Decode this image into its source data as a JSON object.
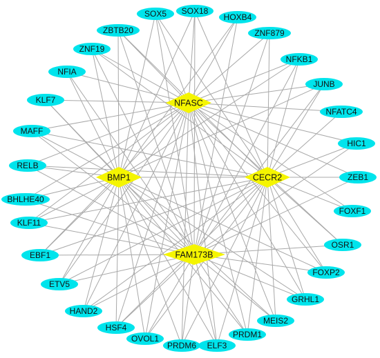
{
  "colors": {
    "tf_node": "#00e4ec",
    "hub_node": "#f5f500",
    "edge": "#a8a8a8"
  },
  "hubs": [
    {
      "id": "NFASC",
      "label": "NFASC"
    },
    {
      "id": "BMP1",
      "label": "BMP1"
    },
    {
      "id": "CECR2",
      "label": "CECR2"
    },
    {
      "id": "FAM173B",
      "label": "FAM173B"
    }
  ],
  "tfs": [
    {
      "id": "SOX5",
      "label": "SOX5",
      "fill": true
    },
    {
      "id": "SOX18",
      "label": "SOX18",
      "fill": true
    },
    {
      "id": "HOXB4",
      "label": "HOXB4",
      "fill": true
    },
    {
      "id": "ZNF879",
      "label": "ZNF879",
      "fill": false
    },
    {
      "id": "NFKB1",
      "label": "NFKB1",
      "fill": true
    },
    {
      "id": "JUNB",
      "label": "JUNB",
      "fill": true
    },
    {
      "id": "NFATC4",
      "label": "NFATC4",
      "fill": false
    },
    {
      "id": "HIC1",
      "label": "HIC1",
      "fill": true
    },
    {
      "id": "ZEB1",
      "label": "ZEB1",
      "fill": true
    },
    {
      "id": "FOXF1",
      "label": "FOXF1",
      "fill": true
    },
    {
      "id": "OSR1",
      "label": "OSR1",
      "fill": true
    },
    {
      "id": "FOXP2",
      "label": "FOXP2",
      "fill": true
    },
    {
      "id": "GRHL1",
      "label": "GRHL1",
      "fill": true
    },
    {
      "id": "MEIS2",
      "label": "MEIS2",
      "fill": true
    },
    {
      "id": "PRDM1",
      "label": "PRDM1",
      "fill": true
    },
    {
      "id": "ELF3",
      "label": "ELF3",
      "fill": true
    },
    {
      "id": "PRDM6",
      "label": "PRDM6",
      "fill": true
    },
    {
      "id": "OVOL1",
      "label": "OVOL1",
      "fill": false
    },
    {
      "id": "HSF4",
      "label": "HSF4",
      "fill": true
    },
    {
      "id": "HAND2",
      "label": "HAND2",
      "fill": true
    },
    {
      "id": "ETV5",
      "label": "ETV5",
      "fill": true
    },
    {
      "id": "EBF1",
      "label": "EBF1",
      "fill": true
    },
    {
      "id": "KLF11",
      "label": "KLF11",
      "fill": true
    },
    {
      "id": "BHLHE40",
      "label": "BHLHE40",
      "fill": false
    },
    {
      "id": "RELB",
      "label": "RELB",
      "fill": true
    },
    {
      "id": "MAFF",
      "label": "MAFF",
      "fill": true
    },
    {
      "id": "KLF7",
      "label": "KLF7",
      "fill": true
    },
    {
      "id": "NFIA",
      "label": "NFIA",
      "fill": true
    },
    {
      "id": "ZNF19",
      "label": "ZNF19",
      "fill": true
    },
    {
      "id": "ZBTB20",
      "label": "ZBTB20",
      "fill": false
    }
  ],
  "edges": [
    [
      "NFASC",
      "SOX5"
    ],
    [
      "NFASC",
      "SOX18"
    ],
    [
      "NFASC",
      "HOXB4"
    ],
    [
      "NFASC",
      "ZNF879"
    ],
    [
      "NFASC",
      "NFKB1"
    ],
    [
      "NFASC",
      "JUNB"
    ],
    [
      "NFASC",
      "NFATC4"
    ],
    [
      "NFASC",
      "HIC1"
    ],
    [
      "NFASC",
      "ZEB1"
    ],
    [
      "NFASC",
      "FOXF1"
    ],
    [
      "NFASC",
      "OSR1"
    ],
    [
      "NFASC",
      "FOXP2"
    ],
    [
      "NFASC",
      "GRHL1"
    ],
    [
      "NFASC",
      "MEIS2"
    ],
    [
      "NFASC",
      "PRDM1"
    ],
    [
      "NFASC",
      "ELF3"
    ],
    [
      "NFASC",
      "PRDM6"
    ],
    [
      "NFASC",
      "OVOL1"
    ],
    [
      "NFASC",
      "HSF4"
    ],
    [
      "NFASC",
      "HAND2"
    ],
    [
      "NFASC",
      "ETV5"
    ],
    [
      "NFASC",
      "EBF1"
    ],
    [
      "NFASC",
      "KLF11"
    ],
    [
      "NFASC",
      "BHLHE40"
    ],
    [
      "NFASC",
      "RELB"
    ],
    [
      "NFASC",
      "MAFF"
    ],
    [
      "NFASC",
      "KLF7"
    ],
    [
      "NFASC",
      "NFIA"
    ],
    [
      "NFASC",
      "ZNF19"
    ],
    [
      "NFASC",
      "ZBTB20"
    ],
    [
      "BMP1",
      "ZBTB20"
    ],
    [
      "BMP1",
      "ZNF19"
    ],
    [
      "BMP1",
      "NFIA"
    ],
    [
      "BMP1",
      "KLF7"
    ],
    [
      "BMP1",
      "MAFF"
    ],
    [
      "BMP1",
      "RELB"
    ],
    [
      "BMP1",
      "BHLHE40"
    ],
    [
      "BMP1",
      "KLF11"
    ],
    [
      "BMP1",
      "EBF1"
    ],
    [
      "BMP1",
      "ETV5"
    ],
    [
      "BMP1",
      "HAND2"
    ],
    [
      "BMP1",
      "SOX5"
    ],
    [
      "BMP1",
      "SOX18"
    ],
    [
      "BMP1",
      "HOXB4"
    ],
    [
      "BMP1",
      "NFKB1"
    ],
    [
      "BMP1",
      "JUNB"
    ],
    [
      "BMP1",
      "ZEB1"
    ],
    [
      "BMP1",
      "FOXP2"
    ],
    [
      "BMP1",
      "GRHL1"
    ],
    [
      "BMP1",
      "MEIS2"
    ],
    [
      "BMP1",
      "PRDM1"
    ],
    [
      "BMP1",
      "ELF3"
    ],
    [
      "BMP1",
      "PRDM6"
    ],
    [
      "BMP1",
      "OVOL1"
    ],
    [
      "BMP1",
      "HSF4"
    ],
    [
      "CECR2",
      "ZNF879"
    ],
    [
      "CECR2",
      "NFKB1"
    ],
    [
      "CECR2",
      "JUNB"
    ],
    [
      "CECR2",
      "NFATC4"
    ],
    [
      "CECR2",
      "HIC1"
    ],
    [
      "CECR2",
      "ZEB1"
    ],
    [
      "CECR2",
      "FOXF1"
    ],
    [
      "CECR2",
      "OSR1"
    ],
    [
      "CECR2",
      "FOXP2"
    ],
    [
      "CECR2",
      "GRHL1"
    ],
    [
      "CECR2",
      "MEIS2"
    ],
    [
      "CECR2",
      "PRDM1"
    ],
    [
      "CECR2",
      "ELF3"
    ],
    [
      "CECR2",
      "PRDM6"
    ],
    [
      "CECR2",
      "OVOL1"
    ],
    [
      "CECR2",
      "HSF4"
    ],
    [
      "CECR2",
      "HAND2"
    ],
    [
      "CECR2",
      "ETV5"
    ],
    [
      "CECR2",
      "EBF1"
    ],
    [
      "CECR2",
      "KLF11"
    ],
    [
      "CECR2",
      "RELB"
    ],
    [
      "CECR2",
      "MAFF"
    ],
    [
      "CECR2",
      "SOX5"
    ],
    [
      "CECR2",
      "SOX18"
    ],
    [
      "CECR2",
      "ZNF19"
    ],
    [
      "CECR2",
      "ZBTB20"
    ],
    [
      "FAM173B",
      "SOX5"
    ],
    [
      "FAM173B",
      "SOX18"
    ],
    [
      "FAM173B",
      "HOXB4"
    ],
    [
      "FAM173B",
      "ZNF879"
    ],
    [
      "FAM173B",
      "NFKB1"
    ],
    [
      "FAM173B",
      "JUNB"
    ],
    [
      "FAM173B",
      "HIC1"
    ],
    [
      "FAM173B",
      "ZEB1"
    ],
    [
      "FAM173B",
      "OSR1"
    ],
    [
      "FAM173B",
      "FOXP2"
    ],
    [
      "FAM173B",
      "GRHL1"
    ],
    [
      "FAM173B",
      "MEIS2"
    ],
    [
      "FAM173B",
      "PRDM1"
    ],
    [
      "FAM173B",
      "ELF3"
    ],
    [
      "FAM173B",
      "PRDM6"
    ],
    [
      "FAM173B",
      "OVOL1"
    ],
    [
      "FAM173B",
      "HSF4"
    ],
    [
      "FAM173B",
      "HAND2"
    ],
    [
      "FAM173B",
      "ETV5"
    ],
    [
      "FAM173B",
      "EBF1"
    ],
    [
      "FAM173B",
      "KLF11"
    ],
    [
      "FAM173B",
      "BHLHE40"
    ],
    [
      "FAM173B",
      "RELB"
    ],
    [
      "FAM173B",
      "MAFF"
    ],
    [
      "FAM173B",
      "KLF7"
    ],
    [
      "FAM173B",
      "NFIA"
    ],
    [
      "FAM173B",
      "ZNF19"
    ],
    [
      "FAM173B",
      "ZBTB20"
    ]
  ]
}
